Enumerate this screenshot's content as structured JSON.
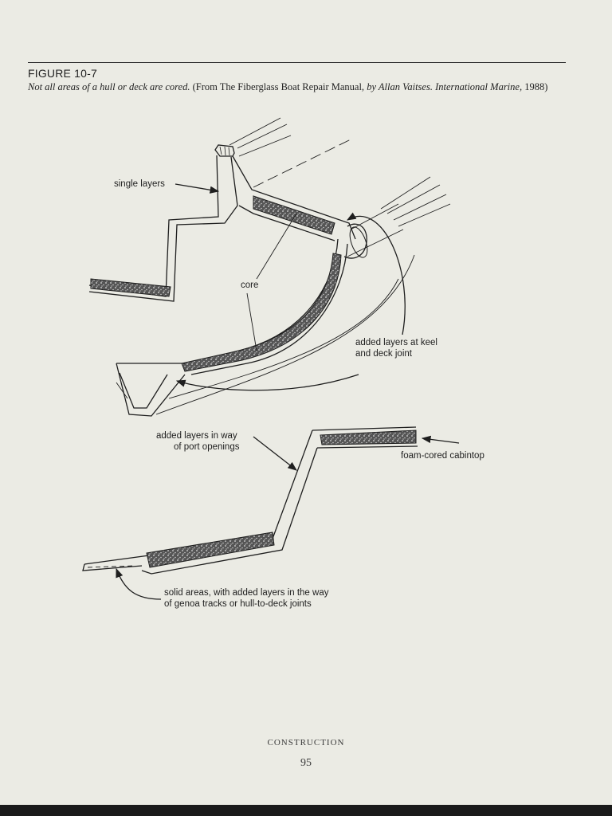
{
  "figure": {
    "label": "FIGURE 10-7",
    "caption_italic_1": "Not all areas of a hull or deck are cored.",
    "caption_roman_1": " (From The Fiberglass Boat Repair Manual,",
    "caption_italic_2": " by Allan Vaitses. International Marine,",
    "caption_roman_2": " 1988)"
  },
  "callouts": {
    "single_layers": "single layers",
    "core": "core",
    "keel_joint_line1": "added layers at keel",
    "keel_joint_line2": "and deck joint",
    "port_openings_line1": "added layers in way",
    "port_openings_line2": "of port openings",
    "foam_cabintop": "foam-cored cabintop",
    "solid_areas_line1": "solid areas, with added layers in the way",
    "solid_areas_line2": "of genoa tracks or hull-to-deck joints"
  },
  "footer": {
    "section": "Construction",
    "page_number": "95"
  },
  "colors": {
    "ink": "#1e1e1e",
    "paper": "#ebebe4",
    "core_fill": "#3a3a3a"
  }
}
